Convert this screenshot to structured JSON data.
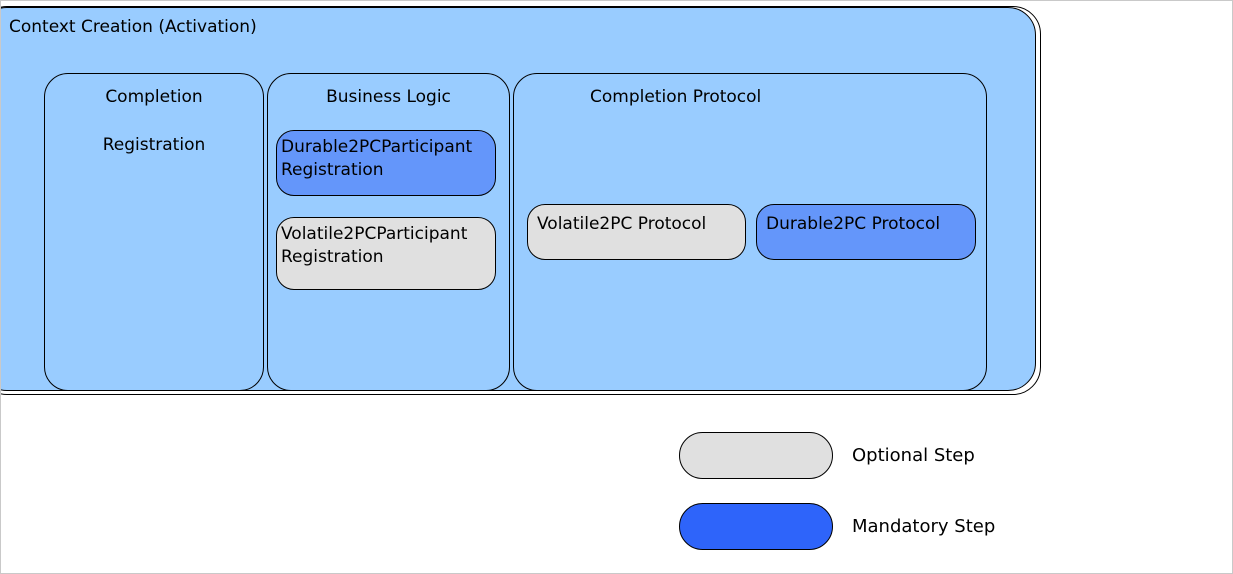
{
  "diagram": {
    "outer_title": "Context Creation (Activation)",
    "completion_lane": {
      "title_line1": "Completion",
      "title_line2": "Registration"
    },
    "business_lane": {
      "title": "Business Logic",
      "steps": [
        {
          "label": "Durable2PCParticipant Registration",
          "type": "mandatory"
        },
        {
          "label": "Volatile2PCParticipant Registration",
          "type": "optional"
        }
      ]
    },
    "protocol_lane": {
      "title": "Completion Protocol",
      "steps": [
        {
          "label": "Volatile2PC Protocol",
          "type": "optional"
        },
        {
          "label": "Durable2PC Protocol",
          "type": "mandatory"
        }
      ]
    }
  },
  "legend": {
    "items": [
      {
        "label": "Optional Step",
        "type": "optional"
      },
      {
        "label": "Mandatory Step",
        "type": "mandatory"
      }
    ]
  },
  "colors": {
    "container_blue": "#99CCFF",
    "mandatory_step_blue": "#6496FA",
    "legend_mandatory_blue": "#2E64FA",
    "optional_gray": "#E0E0E0",
    "border_black": "#000000"
  }
}
